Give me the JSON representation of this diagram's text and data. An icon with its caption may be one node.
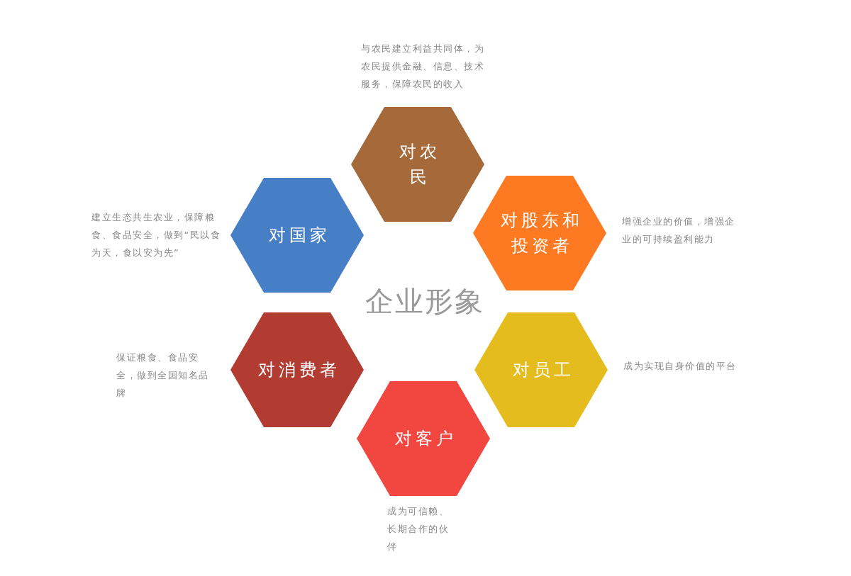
{
  "diagram": {
    "nodes": [
      {
        "text": [
          "对农民"
        ],
        "beside": [
          "与农民建立利益共同体，为农民提供金融、信息、技术服务，保障农民的收入"
        ]
      },
      {
        "text": [
          "对国家"
        ],
        "beside": [
          "建立生态共生农业，保障粮食、食品安全，做到“民以食为天，食以安为先”"
        ]
      },
      {
        "text": [
          "对股东和投资者"
        ],
        "beside": [
          "增强企业的价值，增强企业的可持续盈利能力"
        ]
      },
      {
        "text": [
          "对消费者"
        ],
        "beside": [
          "保证粮食、食品安全，做到全国知名品牌"
        ]
      },
      {
        "text": [
          "对员工"
        ],
        "beside": [
          "成为实现自身价值的平台"
        ]
      },
      {
        "text": [
          "对客户"
        ],
        "beside": [
          "成为可信赖、长期合作的伙伴"
        ]
      }
    ],
    "edges": [],
    "labels": [
      "企业形象"
    ]
  }
}
